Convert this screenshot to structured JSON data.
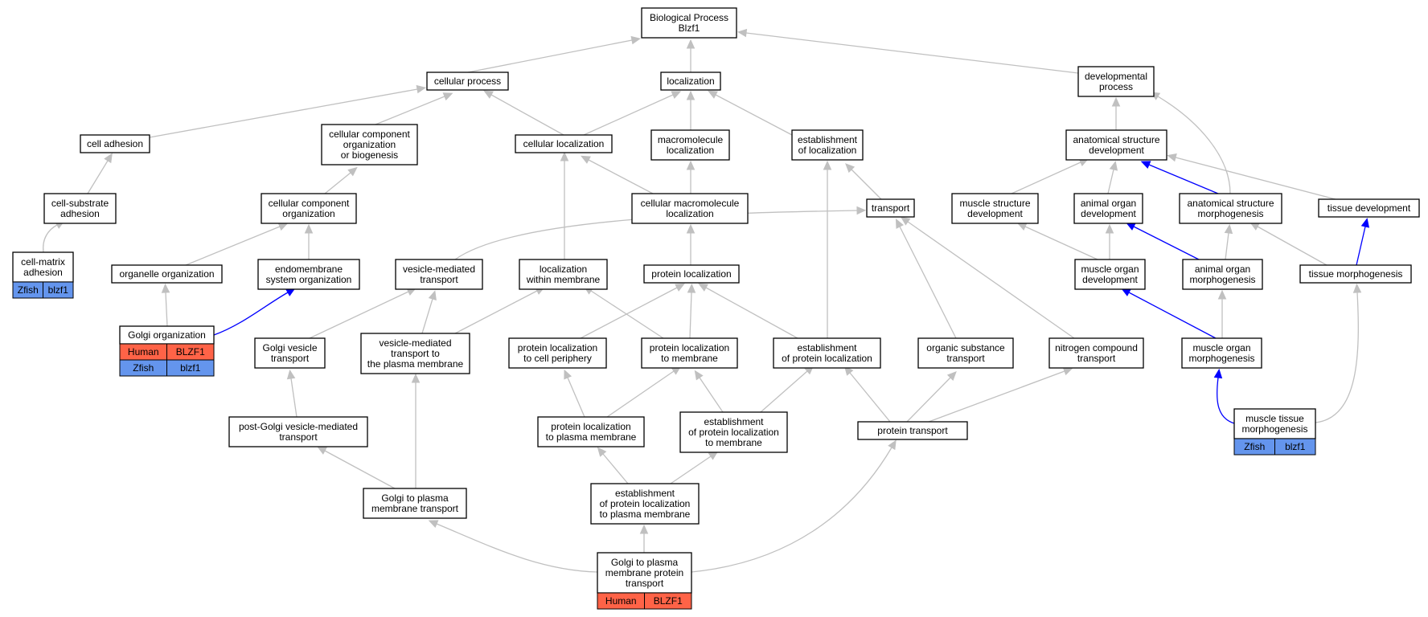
{
  "colors": {
    "edge_gray": "#c0c0c0",
    "edge_blue": "#0000ff",
    "human": "#ff6347",
    "zfish": "#6495ed"
  },
  "nodes": [
    {
      "id": "bp",
      "lines": [
        "Biological Process",
        "Blzf1"
      ]
    },
    {
      "id": "cellular_process",
      "lines": [
        "cellular process"
      ]
    },
    {
      "id": "localization",
      "lines": [
        "localization"
      ]
    },
    {
      "id": "developmental_process",
      "lines": [
        "developmental",
        "process"
      ]
    },
    {
      "id": "cell_adhesion",
      "lines": [
        "cell adhesion"
      ]
    },
    {
      "id": "ccob",
      "lines": [
        "cellular component",
        "organization",
        "or biogenesis"
      ]
    },
    {
      "id": "cellular_localization",
      "lines": [
        "cellular localization"
      ]
    },
    {
      "id": "macromolecule_localization",
      "lines": [
        "macromolecule",
        "localization"
      ]
    },
    {
      "id": "establishment_of_localization",
      "lines": [
        "establishment",
        "of localization"
      ]
    },
    {
      "id": "asd",
      "lines": [
        "anatomical structure",
        "development"
      ]
    },
    {
      "id": "cell_substrate_adhesion",
      "lines": [
        "cell-substrate",
        "adhesion"
      ]
    },
    {
      "id": "cco",
      "lines": [
        "cellular component",
        "organization"
      ]
    },
    {
      "id": "cml",
      "lines": [
        "cellular macromolecule",
        "localization"
      ]
    },
    {
      "id": "transport",
      "lines": [
        "transport"
      ]
    },
    {
      "id": "msd",
      "lines": [
        "muscle structure",
        "development"
      ]
    },
    {
      "id": "aod",
      "lines": [
        "animal organ",
        "development"
      ]
    },
    {
      "id": "asm",
      "lines": [
        "anatomical structure",
        "morphogenesis"
      ]
    },
    {
      "id": "tissue_development",
      "lines": [
        "tissue development"
      ]
    },
    {
      "id": "cell_matrix_adhesion",
      "lines": [
        "cell-matrix",
        "adhesion"
      ],
      "species": [
        [
          "Zfish",
          "blzf1"
        ]
      ]
    },
    {
      "id": "organelle_organization",
      "lines": [
        "organelle organization"
      ]
    },
    {
      "id": "endomembrane",
      "lines": [
        "endomembrane",
        "system organization"
      ]
    },
    {
      "id": "vmt",
      "lines": [
        "vesicle-mediated",
        "transport"
      ]
    },
    {
      "id": "lwm",
      "lines": [
        "localization",
        "within membrane"
      ]
    },
    {
      "id": "protein_localization",
      "lines": [
        "protein localization"
      ]
    },
    {
      "id": "mod",
      "lines": [
        "muscle organ",
        "development"
      ]
    },
    {
      "id": "aom",
      "lines": [
        "animal organ",
        "morphogenesis"
      ]
    },
    {
      "id": "tissue_morphogenesis",
      "lines": [
        "tissue morphogenesis"
      ]
    },
    {
      "id": "golgi_organization",
      "lines": [
        "Golgi organization"
      ],
      "species": [
        [
          "Human",
          "BLZF1"
        ],
        [
          "Zfish",
          "blzf1"
        ]
      ]
    },
    {
      "id": "golgi_vesicle_transport",
      "lines": [
        "Golgi vesicle",
        "transport"
      ]
    },
    {
      "id": "vmtpm",
      "lines": [
        "vesicle-mediated",
        "transport to",
        "the plasma membrane"
      ]
    },
    {
      "id": "plcp",
      "lines": [
        "protein localization",
        "to cell periphery"
      ]
    },
    {
      "id": "pltm",
      "lines": [
        "protein localization",
        "to membrane"
      ]
    },
    {
      "id": "epl",
      "lines": [
        "establishment",
        "of protein localization"
      ]
    },
    {
      "id": "ost",
      "lines": [
        "organic substance",
        "transport"
      ]
    },
    {
      "id": "nct",
      "lines": [
        "nitrogen compound",
        "transport"
      ]
    },
    {
      "id": "mom",
      "lines": [
        "muscle organ",
        "morphogenesis"
      ]
    },
    {
      "id": "pgvmt",
      "lines": [
        "post-Golgi vesicle-mediated",
        "transport"
      ]
    },
    {
      "id": "pltpm",
      "lines": [
        "protein localization",
        "to plasma membrane"
      ]
    },
    {
      "id": "epltm",
      "lines": [
        "establishment",
        "of protein localization",
        "to membrane"
      ]
    },
    {
      "id": "protein_transport",
      "lines": [
        "protein transport"
      ]
    },
    {
      "id": "mtm",
      "lines": [
        "muscle tissue",
        "morphogenesis"
      ],
      "species": [
        [
          "Zfish",
          "blzf1"
        ]
      ]
    },
    {
      "id": "gtpmt",
      "lines": [
        "Golgi to plasma",
        "membrane transport"
      ]
    },
    {
      "id": "epltpm",
      "lines": [
        "establishment",
        "of protein localization",
        "to plasma membrane"
      ]
    },
    {
      "id": "gtpmpt",
      "lines": [
        "Golgi to plasma",
        "membrane protein",
        "transport"
      ],
      "species": [
        [
          "Human",
          "BLZF1"
        ]
      ]
    }
  ],
  "edges": [
    {
      "from": "cellular_process",
      "to": "bp",
      "color": "gray"
    },
    {
      "from": "localization",
      "to": "bp",
      "color": "gray"
    },
    {
      "from": "developmental_process",
      "to": "bp",
      "color": "gray"
    },
    {
      "from": "cell_adhesion",
      "to": "cellular_process",
      "color": "gray"
    },
    {
      "from": "ccob",
      "to": "cellular_process",
      "color": "gray"
    },
    {
      "from": "cellular_localization",
      "to": "cellular_process",
      "color": "gray"
    },
    {
      "from": "cellular_localization",
      "to": "localization",
      "color": "gray"
    },
    {
      "from": "macromolecule_localization",
      "to": "localization",
      "color": "gray"
    },
    {
      "from": "establishment_of_localization",
      "to": "localization",
      "color": "gray"
    },
    {
      "from": "asd",
      "to": "developmental_process",
      "color": "gray"
    },
    {
      "from": "asm",
      "to": "developmental_process",
      "color": "gray"
    },
    {
      "from": "cell_substrate_adhesion",
      "to": "cell_adhesion",
      "color": "gray"
    },
    {
      "from": "cco",
      "to": "ccob",
      "color": "gray"
    },
    {
      "from": "cml",
      "to": "cellular_localization",
      "color": "gray"
    },
    {
      "from": "cml",
      "to": "macromolecule_localization",
      "color": "gray"
    },
    {
      "from": "transport",
      "to": "establishment_of_localization",
      "color": "gray"
    },
    {
      "from": "epl",
      "to": "establishment_of_localization",
      "color": "gray"
    },
    {
      "from": "lwm",
      "to": "cellular_localization",
      "color": "gray"
    },
    {
      "from": "msd",
      "to": "asd",
      "color": "gray"
    },
    {
      "from": "aod",
      "to": "asd",
      "color": "gray"
    },
    {
      "from": "asm",
      "to": "asd",
      "color": "blue"
    },
    {
      "from": "tissue_development",
      "to": "asd",
      "color": "gray"
    },
    {
      "from": "cell_matrix_adhesion",
      "to": "cell_substrate_adhesion",
      "color": "gray"
    },
    {
      "from": "organelle_organization",
      "to": "cco",
      "color": "gray"
    },
    {
      "from": "endomembrane",
      "to": "cco",
      "color": "gray"
    },
    {
      "from": "protein_localization",
      "to": "cml",
      "color": "gray"
    },
    {
      "from": "vmt",
      "to": "transport",
      "color": "gray"
    },
    {
      "from": "mod",
      "to": "msd",
      "color": "gray"
    },
    {
      "from": "mod",
      "to": "aod",
      "color": "gray"
    },
    {
      "from": "aom",
      "to": "aod",
      "color": "blue"
    },
    {
      "from": "aom",
      "to": "asm",
      "color": "gray"
    },
    {
      "from": "tissue_morphogenesis",
      "to": "asm",
      "color": "gray"
    },
    {
      "from": "tissue_morphogenesis",
      "to": "tissue_development",
      "color": "blue"
    },
    {
      "from": "golgi_organization",
      "to": "organelle_organization",
      "color": "gray"
    },
    {
      "from": "golgi_organization",
      "to": "endomembrane",
      "color": "blue"
    },
    {
      "from": "golgi_vesicle_transport",
      "to": "vmt",
      "color": "gray"
    },
    {
      "from": "vmtpm",
      "to": "vmt",
      "color": "gray"
    },
    {
      "from": "vmtpm",
      "to": "lwm",
      "color": "gray"
    },
    {
      "from": "plcp",
      "to": "protein_localization",
      "color": "gray"
    },
    {
      "from": "pltm",
      "to": "protein_localization",
      "color": "gray"
    },
    {
      "from": "pltm",
      "to": "lwm",
      "color": "gray"
    },
    {
      "from": "epl",
      "to": "protein_localization",
      "color": "gray"
    },
    {
      "from": "ost",
      "to": "transport",
      "color": "gray"
    },
    {
      "from": "nct",
      "to": "transport",
      "color": "gray"
    },
    {
      "from": "mom",
      "to": "mod",
      "color": "blue"
    },
    {
      "from": "mom",
      "to": "aom",
      "color": "gray"
    },
    {
      "from": "pgvmt",
      "to": "golgi_vesicle_transport",
      "color": "gray"
    },
    {
      "from": "pltpm",
      "to": "plcp",
      "color": "gray"
    },
    {
      "from": "pltpm",
      "to": "pltm",
      "color": "gray"
    },
    {
      "from": "epltm",
      "to": "pltm",
      "color": "gray"
    },
    {
      "from": "epltm",
      "to": "epl",
      "color": "gray"
    },
    {
      "from": "protein_transport",
      "to": "epl",
      "color": "gray"
    },
    {
      "from": "protein_transport",
      "to": "ost",
      "color": "gray"
    },
    {
      "from": "protein_transport",
      "to": "nct",
      "color": "gray"
    },
    {
      "from": "mtm",
      "to": "mom",
      "color": "blue"
    },
    {
      "from": "mtm",
      "to": "tissue_morphogenesis",
      "color": "gray"
    },
    {
      "from": "gtpmt",
      "to": "pgvmt",
      "color": "gray"
    },
    {
      "from": "gtpmt",
      "to": "vmtpm",
      "color": "gray"
    },
    {
      "from": "epltpm",
      "to": "pltpm",
      "color": "gray"
    },
    {
      "from": "epltpm",
      "to": "epltm",
      "color": "gray"
    },
    {
      "from": "gtpmpt",
      "to": "gtpmt",
      "color": "gray"
    },
    {
      "from": "gtpmpt",
      "to": "epltpm",
      "color": "gray"
    },
    {
      "from": "gtpmpt",
      "to": "protein_transport",
      "color": "gray"
    }
  ]
}
